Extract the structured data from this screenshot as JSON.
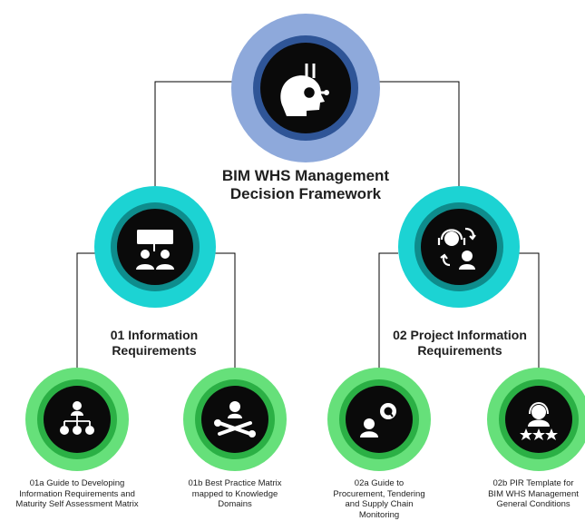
{
  "root": {
    "title": "BIM WHS Management Decision Framework",
    "title_line1": "BIM WHS Management",
    "title_line2": "Decision Framework",
    "icon": "headset-gear-icon"
  },
  "branches": [
    {
      "title_line1": "01 Information",
      "title_line2": "Requirements",
      "icon": "presentation-team-icon",
      "children": [
        {
          "lines": [
            "01a Guide to Developing",
            "Information Requirements and",
            "Maturity Self Assessment Matrix"
          ],
          "icon": "org-chart-icon"
        },
        {
          "lines": [
            "01b Best Practice Matrix",
            "mapped to Knowledge",
            "Domains"
          ],
          "icon": "worker-tools-icon"
        }
      ]
    },
    {
      "title_line1": "02 Project Information",
      "title_line2": "Requirements",
      "icon": "support-exchange-icon",
      "children": [
        {
          "lines": [
            "02a Guide to",
            "Procurement, Tendering",
            "and Supply Chain",
            "Monitoring"
          ],
          "icon": "search-person-icon"
        },
        {
          "lines": [
            "02b PIR  Template for",
            "BIM WHS Management",
            "General Conditions"
          ],
          "icon": "rating-agent-icon"
        }
      ]
    }
  ],
  "colors": {
    "root_outer": "#8EA9DB",
    "root_ring": "#2F5597",
    "branch_outer": "#1CD3D3",
    "branch_ring": "#0E8C8C",
    "leaf_outer": "#66E07A",
    "leaf_ring": "#2BB045",
    "core": "#0A0A0A",
    "connector": "#000000"
  }
}
